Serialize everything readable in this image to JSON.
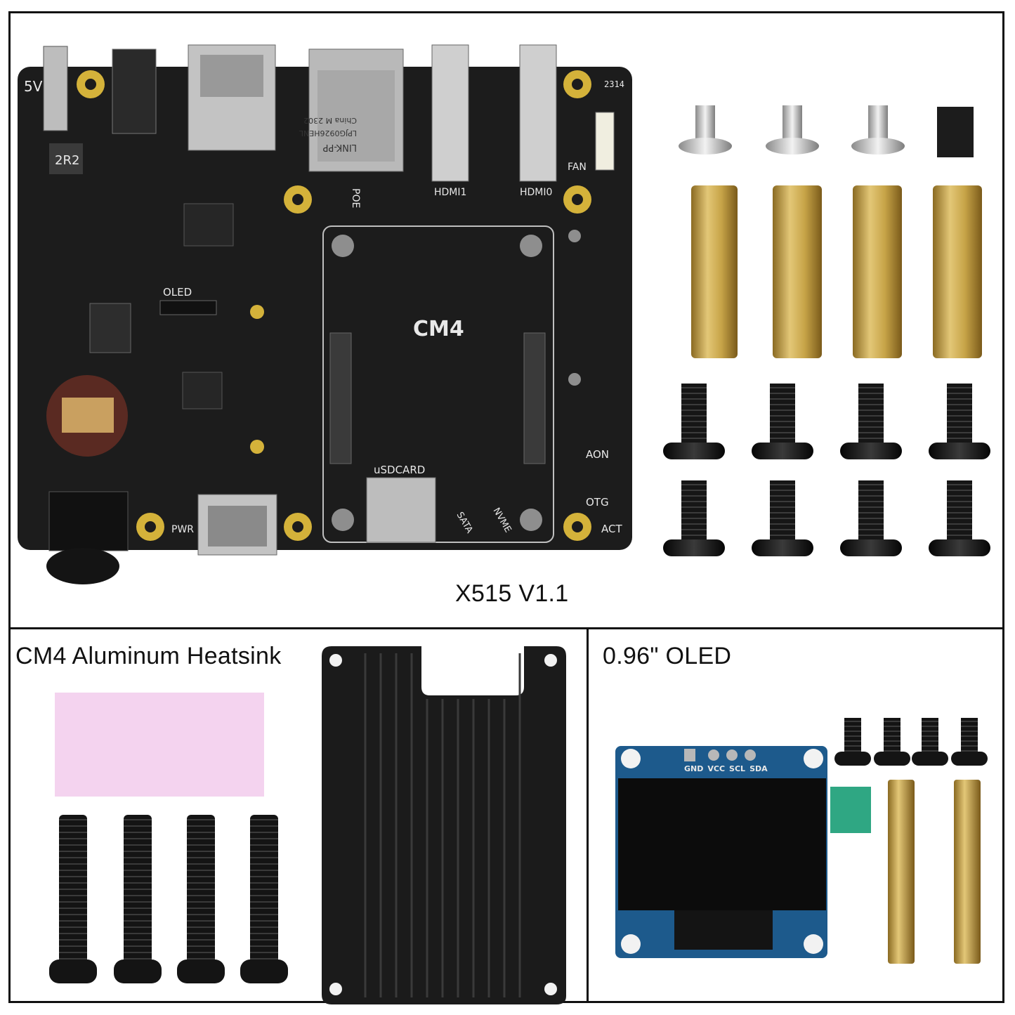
{
  "main_panel": {
    "caption": "X515 V1.1",
    "board": {
      "labels": {
        "power": "5V",
        "inductor": "2R2",
        "date_code": "2314",
        "lan_brand": "LINK-PP",
        "lan_part": "LPJG0926HENL",
        "lan_origin": "China M 2302",
        "poe": "POE",
        "fan": "FAN",
        "hdmi1": "HDMI1",
        "hdmi0": "HDMI0",
        "oled": "OLED",
        "module": "CM4",
        "sdcard": "uSDCARD",
        "aon": "AON",
        "otg": "OTG",
        "pwr": "PWR",
        "sata": "SATA",
        "nvme": "NVME",
        "act": "ACT"
      }
    }
  },
  "heatsink_panel": {
    "caption": "CM4 Aluminum Heatsink"
  },
  "oled_panel": {
    "caption": "0.96\" OLED",
    "pins": [
      "GND",
      "VCC",
      "SCL",
      "SDA"
    ]
  },
  "colors": {
    "pcb": "#1b1b1b",
    "gold": "#c9a22a",
    "brass": "#b89a4a",
    "screw_black": "#151515",
    "oled_pcb": "#1d5a8c",
    "thermal_pad": "#f4d3ef",
    "tab_green": "#2fa783"
  }
}
